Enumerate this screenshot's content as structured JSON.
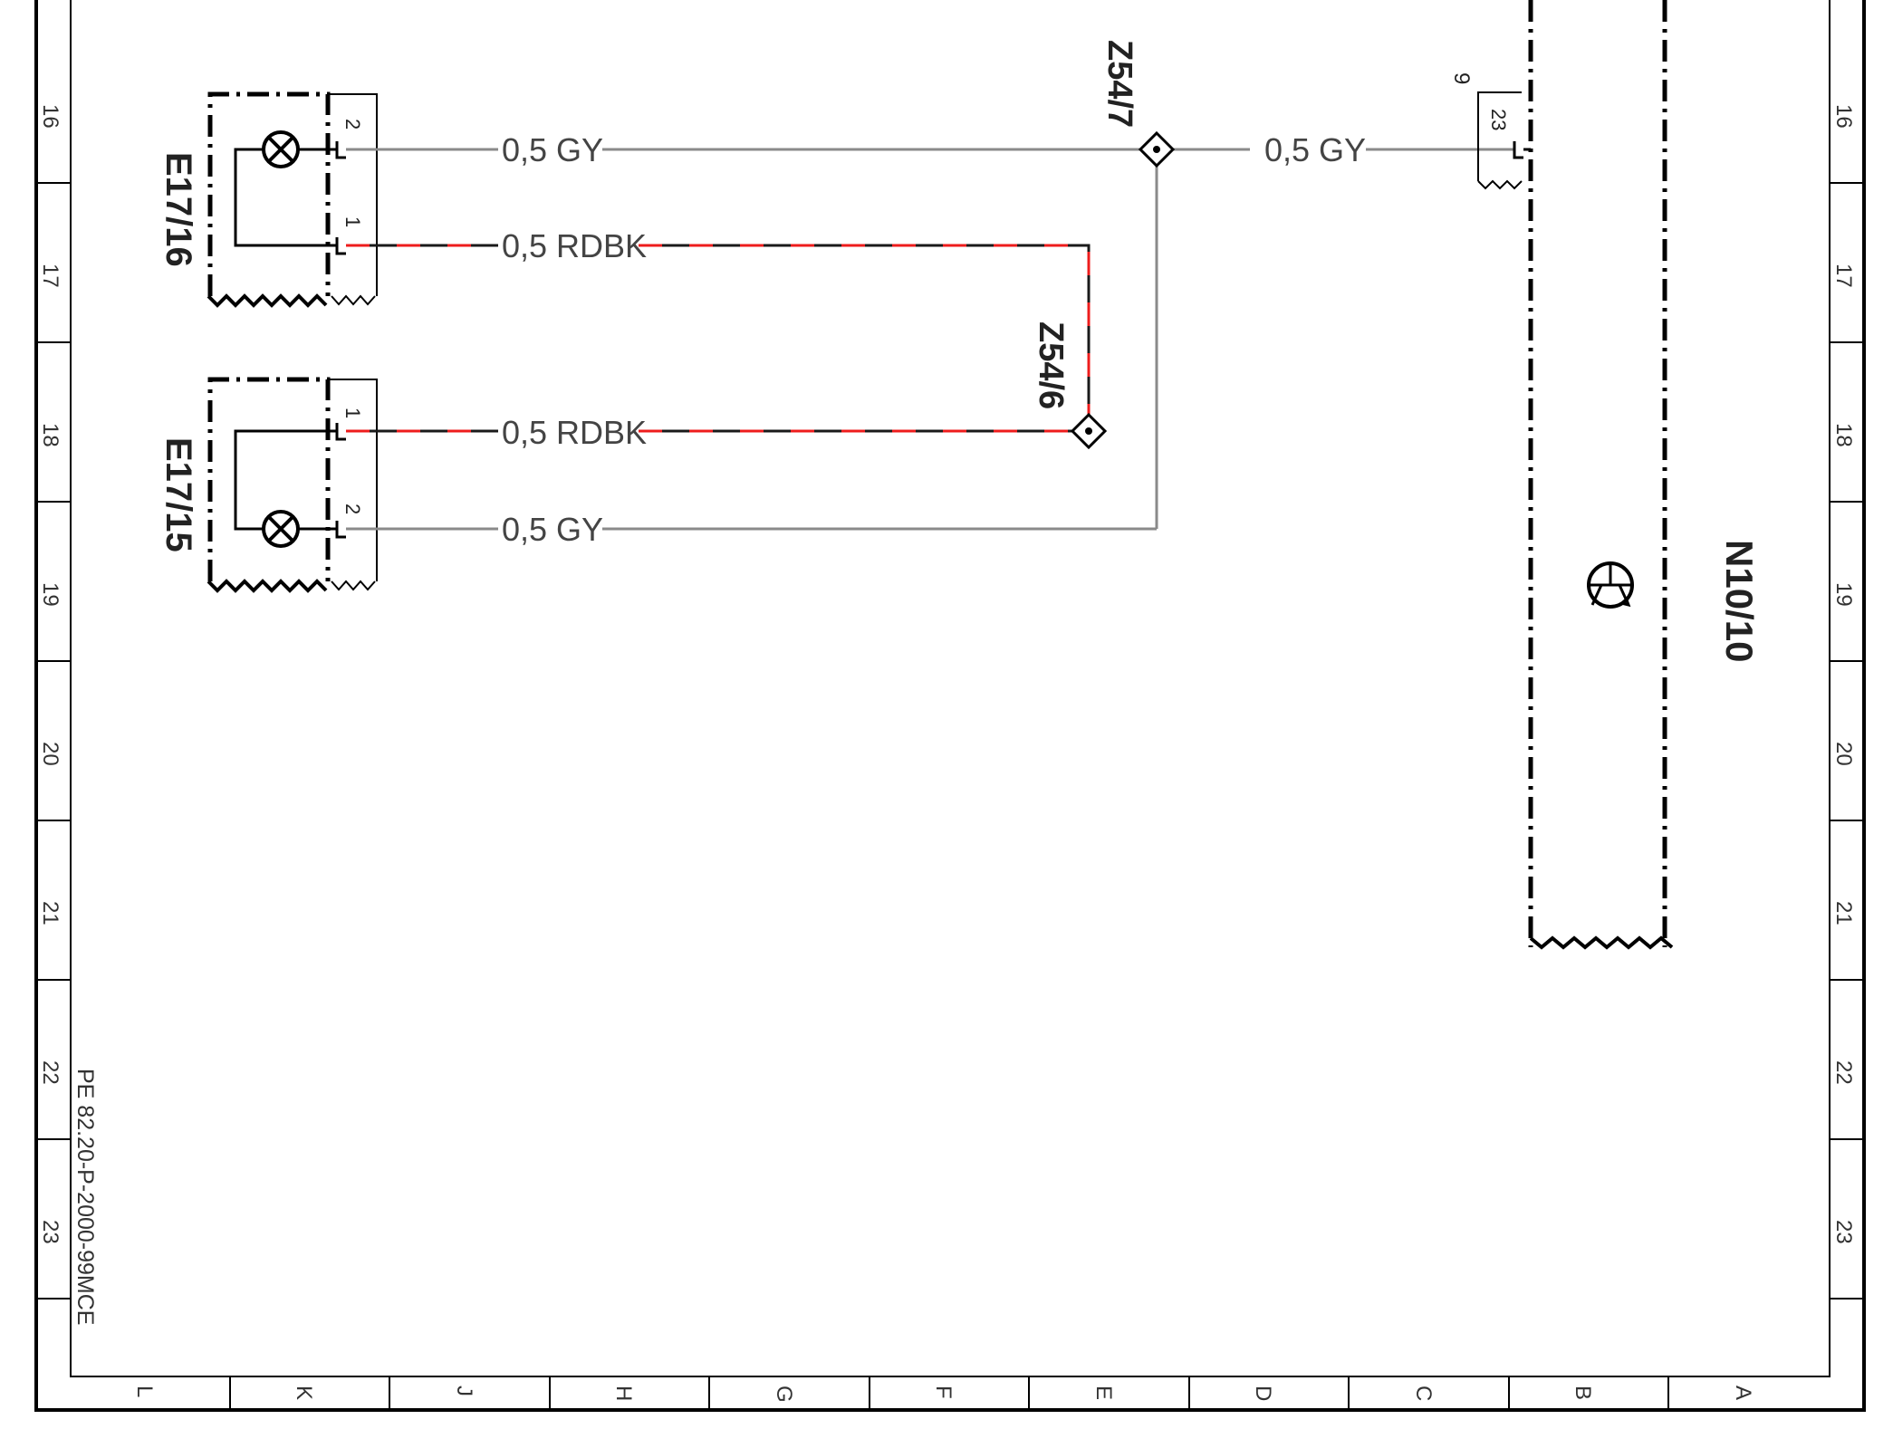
{
  "components": {
    "e17_16": "E17/16",
    "e17_15": "E17/15",
    "n10_10": "N10/10",
    "z54_7": "Z54/7",
    "z54_6": "Z54/6"
  },
  "pins": {
    "e16_gy": "2",
    "e16_rd": "1",
    "e15_rd": "1",
    "e15_gy": "2",
    "n10_pin": "23",
    "n10_con": "9"
  },
  "wires": {
    "w1": "0,5 GY",
    "w2": "0,5 GY",
    "w3": "0,5 RDBK",
    "w4": "0,5 RDBK",
    "w5": "0,5 GY"
  },
  "wire_colors": {
    "gray": "#8a8a8a",
    "red": "#ee1c1c",
    "black": "#1a1a1a"
  },
  "grid": {
    "rows": [
      "16",
      "17",
      "18",
      "19",
      "20",
      "21",
      "22",
      "23"
    ],
    "cols": [
      "L",
      "K",
      "J",
      "H",
      "G",
      "F",
      "E",
      "D",
      "C",
      "B",
      "A"
    ]
  },
  "doc_code": "PE 82.20-P-2000-99MCE"
}
